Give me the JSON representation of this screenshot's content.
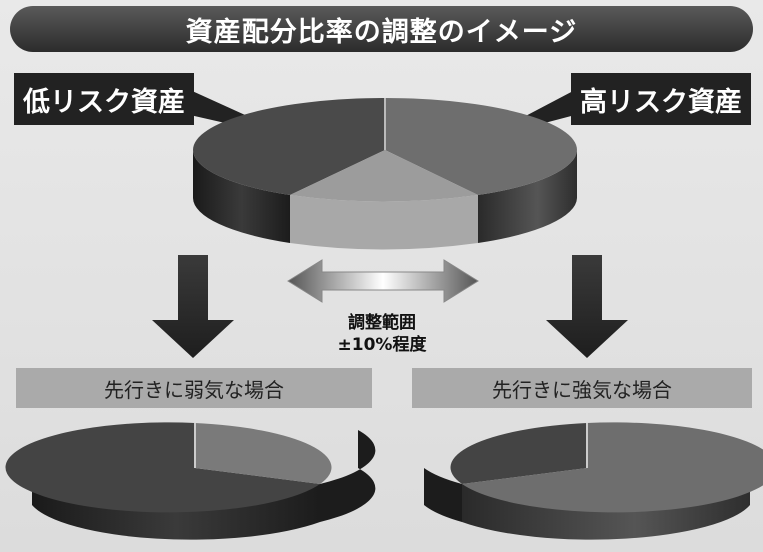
{
  "title": "資産配分比率の調整のイメージ",
  "labels": {
    "low_risk": "低リスク資産",
    "high_risk": "高リスク資産"
  },
  "adjustment": {
    "line1": "調整範囲",
    "line2": "±10%程度"
  },
  "cases": {
    "weak": "先行きに弱気な場合",
    "strong": "先行きに強気な場合"
  },
  "colors": {
    "low_risk_top": "#4a4a4a",
    "high_risk_top": "#6e6e6e",
    "adjust_slice_top": "#9c9c9c",
    "title_bar": "#3a3a3a",
    "case_bar": "#aaaaaa"
  }
}
